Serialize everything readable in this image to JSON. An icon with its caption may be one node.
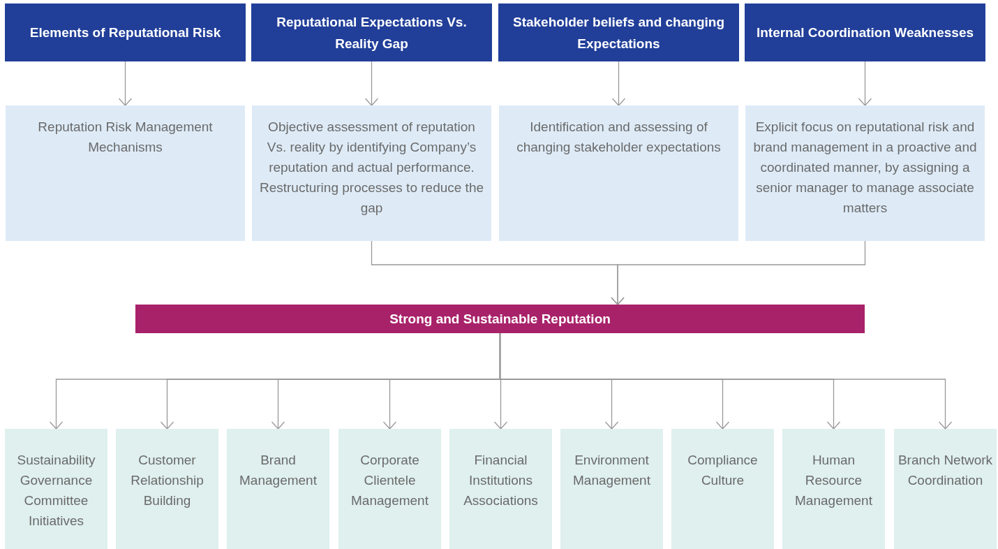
{
  "diagram": {
    "nodes": [
      {
        "text": [
          "Elements of Reputational Risk"
        ]
      },
      {
        "text": [
          "Reputational Expectations Vs. Reality Gap"
        ]
      },
      {
        "text": [
          "Stakeholder beliefs and changing Expectations"
        ]
      },
      {
        "text": [
          "Internal Coordination Weaknesses"
        ]
      },
      {
        "text": [
          "Reputation Risk Management Mechanisms"
        ]
      },
      {
        "text": [
          "Objective assessment of reputation Vs. reality by identifying Company’s reputation and actual performance. Restructuring processes to reduce the gap"
        ]
      },
      {
        "text": [
          "Identification and assessing of changing stakeholder expectations"
        ]
      },
      {
        "text": [
          "Explicit focus on reputational risk and brand management in a proactive and coordinated manner, by assigning a senior manager to manage associate matters"
        ]
      },
      {
        "text": [
          "Strong and Sustainable Reputation"
        ]
      },
      {
        "text": [
          "Sustainability Governance Committee Initiatives"
        ]
      },
      {
        "text": [
          "Customer Relationship Building"
        ]
      },
      {
        "text": [
          "Brand Management"
        ]
      },
      {
        "text": [
          "Corporate Clientele Management"
        ]
      },
      {
        "text": [
          "Financial Institutions Associations"
        ]
      },
      {
        "text": [
          "Environment Management"
        ]
      },
      {
        "text": [
          "Compliance Culture"
        ]
      },
      {
        "text": [
          "Human Resource Management"
        ]
      },
      {
        "text": [
          "Branch Network Coordination"
        ]
      }
    ],
    "edges": [
      {
        "from": 0,
        "to": 4,
        "arrow": "to"
      },
      {
        "from": 1,
        "to": 5,
        "arrow": "to"
      },
      {
        "from": 2,
        "to": 6,
        "arrow": "to"
      },
      {
        "from": 3,
        "to": 7,
        "arrow": "to"
      },
      {
        "from": 5,
        "to": 8,
        "arrow": "to"
      },
      {
        "from": 7,
        "to": 8,
        "arrow": "to"
      },
      {
        "from": 8,
        "to": 9,
        "arrow": "to"
      },
      {
        "from": 8,
        "to": 10,
        "arrow": "to"
      },
      {
        "from": 8,
        "to": 11,
        "arrow": "to"
      },
      {
        "from": 8,
        "to": 12,
        "arrow": "to"
      },
      {
        "from": 8,
        "to": 13,
        "arrow": "to"
      },
      {
        "from": 8,
        "to": 14,
        "arrow": "to"
      },
      {
        "from": 8,
        "to": 15,
        "arrow": "to"
      },
      {
        "from": 8,
        "to": 16,
        "arrow": "to"
      },
      {
        "from": 8,
        "to": 17,
        "arrow": "to"
      }
    ]
  }
}
